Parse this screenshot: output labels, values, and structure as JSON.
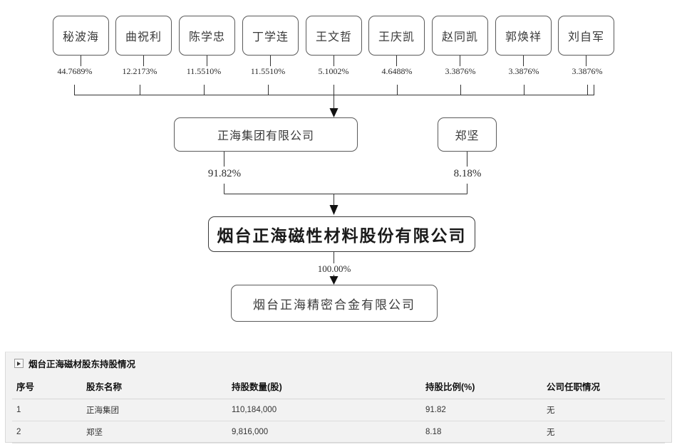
{
  "diagram": {
    "shareholders": [
      {
        "name": "秘波海",
        "pct": "44.7689%"
      },
      {
        "name": "曲祝利",
        "pct": "12.2173%"
      },
      {
        "name": "陈学忠",
        "pct": "11.5510%"
      },
      {
        "name": "丁学连",
        "pct": "11.5510%"
      },
      {
        "name": "王文哲",
        "pct": "5.1002%"
      },
      {
        "name": "王庆凯",
        "pct": "4.6488%"
      },
      {
        "name": "赵同凯",
        "pct": "3.3876%"
      },
      {
        "name": "郭焕祥",
        "pct": "3.3876%"
      },
      {
        "name": "刘自军",
        "pct": "3.3876%"
      }
    ],
    "group_company": {
      "name": "正海集团有限公司",
      "pct": "91.82%"
    },
    "individual": {
      "name": "郑坚",
      "pct": "8.18%"
    },
    "listed_company": {
      "name": "烟台正海磁性材料股份有限公司"
    },
    "subsidiary": {
      "name": "烟台正海精密合金有限公司",
      "pct": "100.00%"
    }
  },
  "panel": {
    "title": "烟台正海磁材股东持股情况",
    "toggle_icon": "play-triangle-icon",
    "columns": [
      "序号",
      "股东名称",
      "持股数量(股)",
      "持股比例(%)",
      "公司任职情况"
    ],
    "rows": [
      {
        "index": "1",
        "holder": "正海集团",
        "shares": "110,184,000",
        "ratio": "91.82",
        "position": "无"
      },
      {
        "index": "2",
        "holder": "郑坚",
        "shares": "9,816,000",
        "ratio": "8.18",
        "position": "无"
      }
    ]
  },
  "colors": {
    "line": "#333333",
    "box_border": "#5a5a5a",
    "panel_bg": "#f2f2f2",
    "text": "#333333"
  }
}
